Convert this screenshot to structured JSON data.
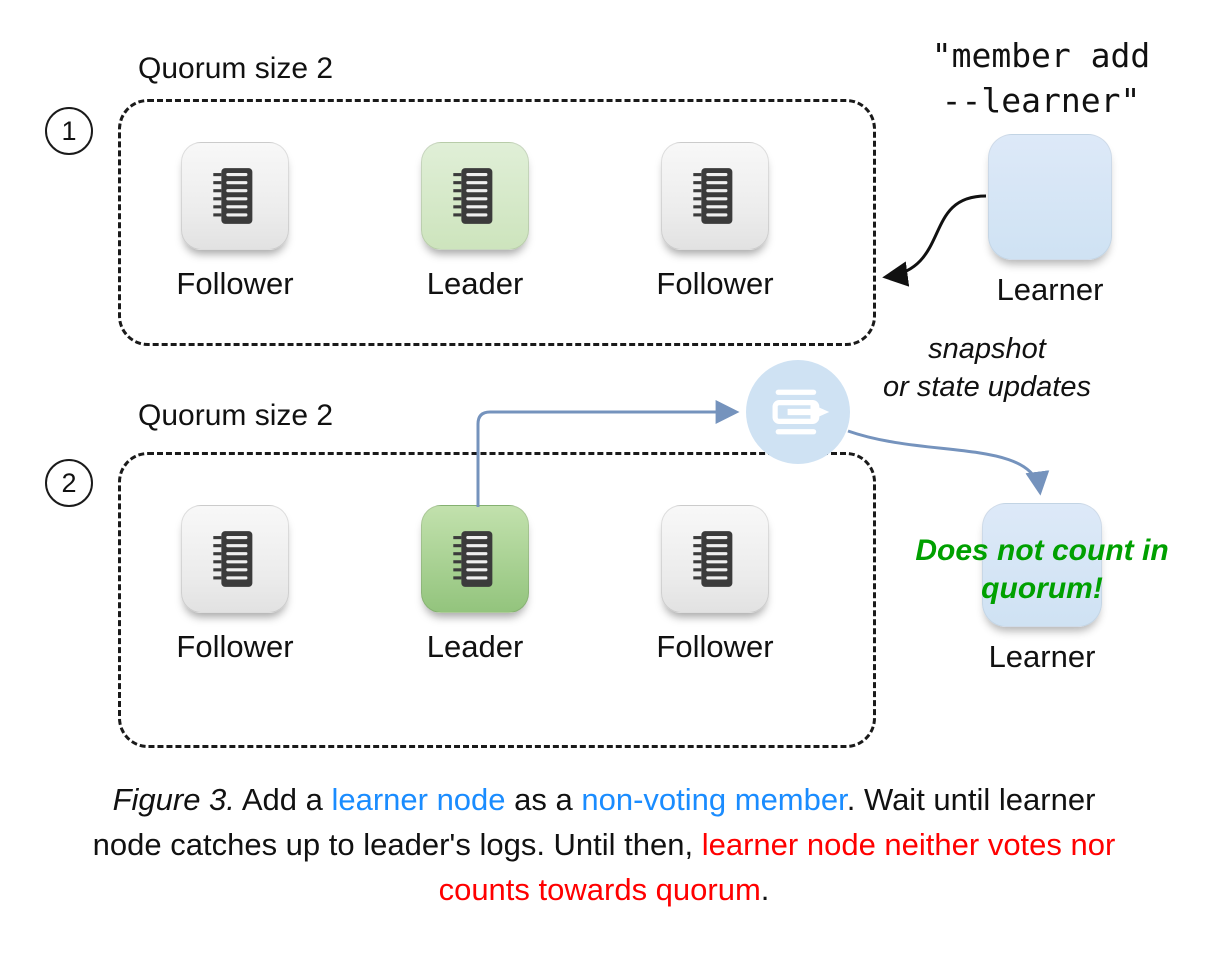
{
  "diagram": {
    "step1": {
      "number": "1",
      "quorum_label": "Quorum size 2",
      "nodes": [
        {
          "role": "Follower"
        },
        {
          "role": "Leader"
        },
        {
          "role": "Follower"
        }
      ],
      "learner_label": "Learner",
      "command_line1": "\"member add",
      "command_line2": "--learner\""
    },
    "step2": {
      "number": "2",
      "quorum_label": "Quorum size 2",
      "nodes": [
        {
          "role": "Follower"
        },
        {
          "role": "Leader"
        },
        {
          "role": "Follower"
        }
      ],
      "learner_label": "Learner",
      "learner_note": "Does not count in quorum!",
      "transfer_label_line1": "snapshot",
      "transfer_label_line2": "or state updates"
    },
    "colors": {
      "leader_green": "#93c47d",
      "learner_blue": "#cfe2f3",
      "note_green": "#00a000",
      "arrow_blue": "#7593bd",
      "caption_blue": "#1a8cff",
      "caption_red": "#ff0000"
    }
  },
  "caption": {
    "segments": [
      {
        "text": "Figure 3.",
        "style": "italic"
      },
      {
        "text": " Add a ",
        "style": "plain"
      },
      {
        "text": "learner node",
        "style": "blue"
      },
      {
        "text": " as a ",
        "style": "plain"
      },
      {
        "text": "non-voting member",
        "style": "blue"
      },
      {
        "text": ". Wait until learner node catches up to leader's logs. Until then, ",
        "style": "plain"
      },
      {
        "text": "learner node neither votes nor counts towards quorum",
        "style": "red"
      },
      {
        "text": ".",
        "style": "plain"
      }
    ]
  }
}
